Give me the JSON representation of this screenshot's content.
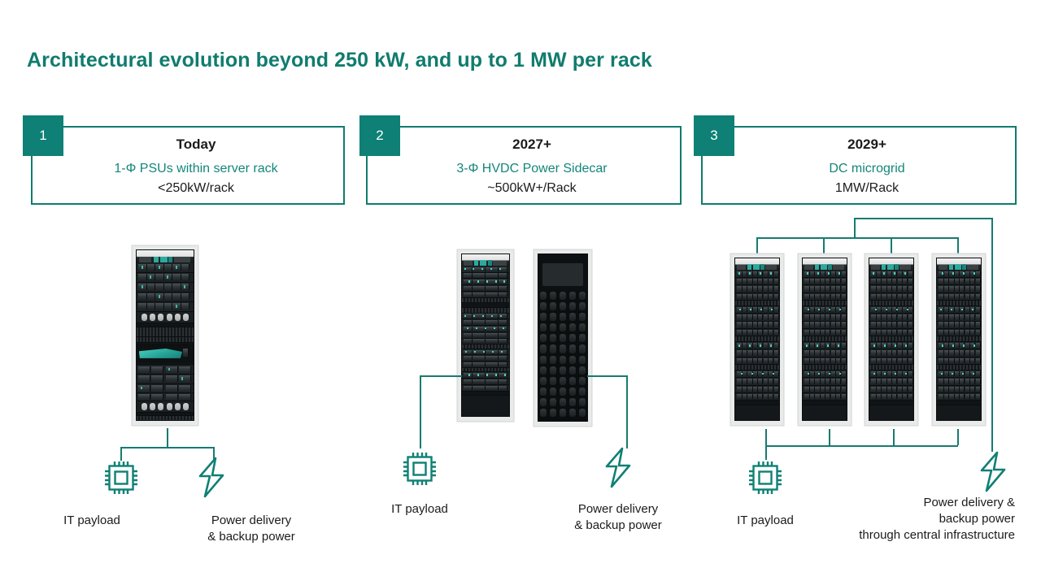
{
  "page": {
    "title": "Architectural evolution beyond 250 kW, and up to 1 MW per rack",
    "accent_color": "#107C6E",
    "badge_color": "#0E8075",
    "line_color": "#177B70",
    "text_color": "#1b1b1b",
    "background": "#ffffff"
  },
  "stages": [
    {
      "badge": "1",
      "title": "Today",
      "subtitle": "1-Φ PSUs within server rack",
      "value": "<250kW/rack",
      "captions": {
        "it": "IT payload",
        "power": "Power delivery\n& backup power"
      },
      "icons": [
        "cpu-icon",
        "lightning-bolt-icon"
      ],
      "racks": 1
    },
    {
      "badge": "2",
      "title": "2027+",
      "subtitle": "3-Φ HVDC Power Sidecar",
      "value": "~500kW+/Rack",
      "captions": {
        "it": "IT payload",
        "power": "Power delivery\n& backup power"
      },
      "icons": [
        "cpu-icon",
        "lightning-bolt-icon"
      ],
      "racks": 2
    },
    {
      "badge": "3",
      "title": "2029+",
      "subtitle": "DC microgrid",
      "value": "1MW/Rack",
      "captions": {
        "it": "IT payload",
        "power": "Power delivery &\nbackup power\nthrough central infrastructure"
      },
      "icons": [
        "cpu-icon",
        "lightning-bolt-icon"
      ],
      "racks": 4
    }
  ]
}
